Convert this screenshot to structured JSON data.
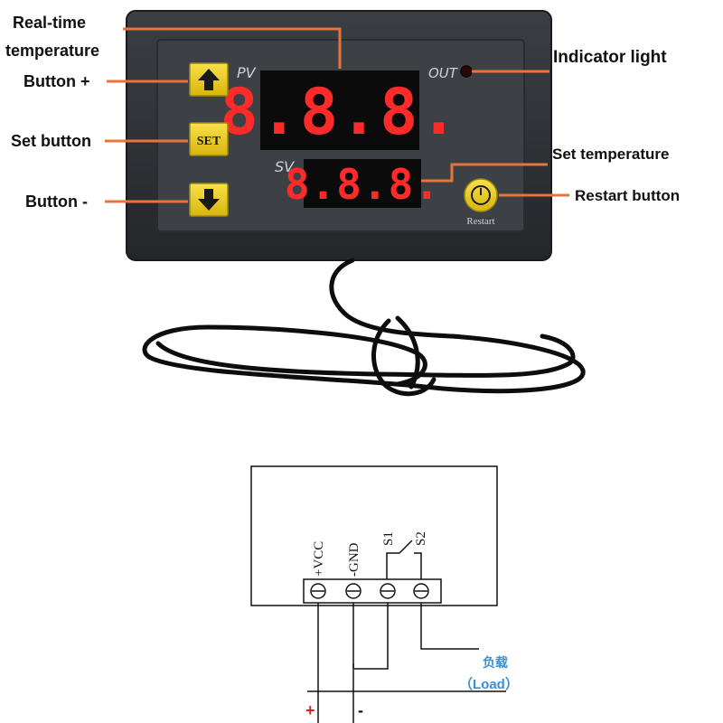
{
  "device": {
    "pv_label": "PV",
    "sv_label": "SV",
    "out_label": "OUT",
    "set_key_label": "SET",
    "restart_label": "Restart",
    "up_icon": "up-arrow-icon",
    "down_icon": "down-arrow-icon",
    "power_icon": "power-icon",
    "pv_display": "8.8.8.",
    "sv_display": "8.8.8."
  },
  "callouts": {
    "realtime_line1": "Real-time",
    "realtime_line2": "temperature",
    "button_plus": "Button +",
    "set_button": "Set button",
    "button_minus": "Button -",
    "indicator_light": "Indicator light",
    "set_temperature": "Set temperature",
    "restart_button": "Restart button"
  },
  "wiring": {
    "terminals": [
      "+VCC",
      "-GND",
      "S1",
      "S2"
    ],
    "load_cn": "负载",
    "load_en": "（Load）",
    "plus": "+",
    "minus": "-"
  },
  "colors": {
    "callout_line": "#e8743b",
    "device_body": "#2b2d31",
    "panel": "#3a3d42",
    "led_red": "#ff2a2a",
    "button_yellow": "#f2d21c",
    "load_text": "#3a8fd6",
    "plus_red": "#e01e1e"
  }
}
